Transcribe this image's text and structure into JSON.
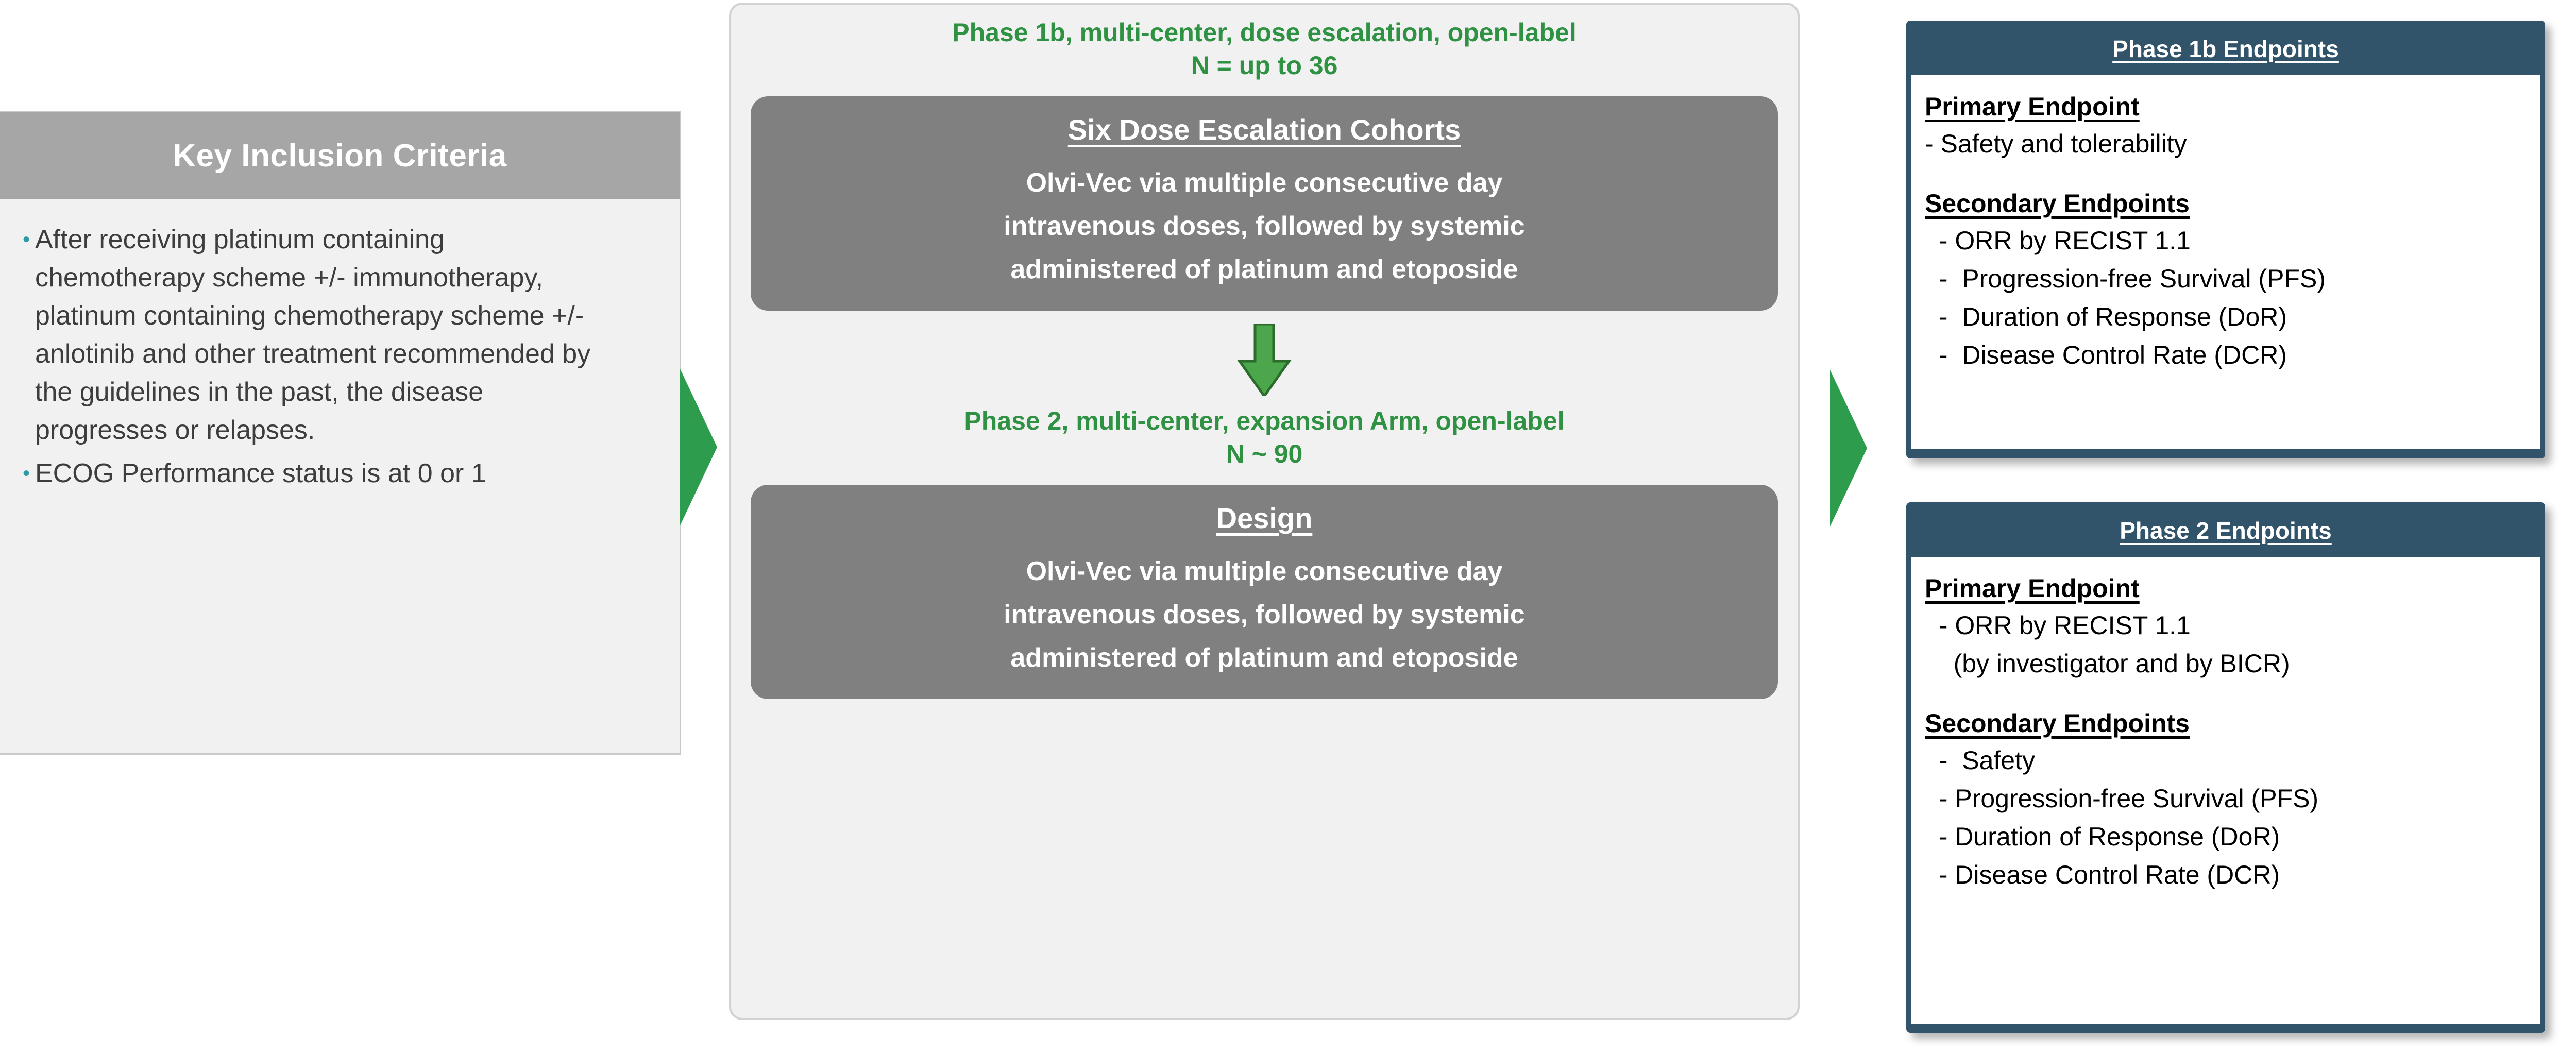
{
  "inclusion": {
    "title": "Key Inclusion Criteria",
    "bullet_glyph": "•",
    "bullet_color": "#2e9aa8",
    "header_bg": "#a6a6a6",
    "body_bg": "#f1f1f1",
    "criteria": [
      "After receiving platinum containing chemotherapy scheme +/- immunotherapy, platinum containing chemotherapy scheme +/- anlotinib and other treatment recommended by the guidelines in the past, the disease progresses or relapses.",
      "ECOG Performance status is at 0 or 1"
    ]
  },
  "arrows": {
    "color": "#2e9c4d",
    "left_name": "green-right-arrow",
    "right_name": "green-right-arrow",
    "down_name": "green-down-arrow"
  },
  "study": {
    "panel_bg": "#f1f1f1",
    "heading_color": "#2f9142",
    "card_bg": "#808080",
    "phase1b": {
      "heading_line1": "Phase 1b, multi-center, dose escalation, open-label",
      "heading_line2": "N = up to 36",
      "card_title": "Six Dose Escalation Cohorts",
      "card_line1": "Olvi-Vec via multiple consecutive day",
      "card_line2": "intravenous doses, followed by systemic",
      "card_line3": "administered of platinum and etoposide"
    },
    "phase2": {
      "heading_line1": "Phase 2, multi-center, expansion Arm, open-label",
      "heading_line2": "N ~ 90",
      "card_title": "Design",
      "card_line1": "Olvi-Vec via multiple consecutive day",
      "card_line2": "intravenous doses, followed by systemic",
      "card_line3": "administered of platinum and etoposide"
    }
  },
  "endpoints": {
    "box_color": "#32546a",
    "phase1b": {
      "title": "Phase 1b Endpoints",
      "primary_label": "Primary Endpoint",
      "primary_items": [
        "- Safety and tolerability"
      ],
      "secondary_label": "Secondary Endpoints",
      "secondary_items": [
        "  - ORR by RECIST 1.1",
        "  -  Progression-free Survival (PFS)",
        "  -  Duration of Response (DoR)",
        "  -  Disease Control Rate (DCR)"
      ]
    },
    "phase2": {
      "title": "Phase 2 Endpoints",
      "primary_label": "Primary Endpoint",
      "primary_items": [
        "  - ORR by RECIST 1.1",
        "    (by investigator and by BICR)"
      ],
      "secondary_label": "Secondary Endpoints",
      "secondary_items": [
        "  -  Safety",
        "  - Progression-free Survival (PFS)",
        "  - Duration of Response (DoR)",
        "  - Disease Control Rate (DCR)"
      ]
    }
  }
}
